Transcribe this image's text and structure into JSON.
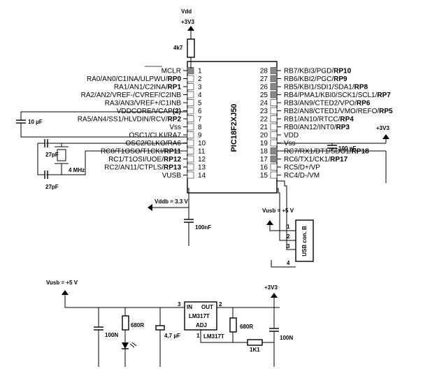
{
  "chip": {
    "name": "PIC18F2XJ50",
    "left_pins": [
      {
        "num": "1",
        "pre": "MCLR",
        "bold": ""
      },
      {
        "num": "2",
        "pre": "RA0/AN0/C1INA/ULPWU/",
        "bold": "RP0"
      },
      {
        "num": "3",
        "pre": "RA1/AN1/C2INA/",
        "bold": "RP1"
      },
      {
        "num": "4",
        "pre": "RA2/AN2/VREF-/CVREF/C2INB",
        "bold": ""
      },
      {
        "num": "5",
        "pre": "RA3/AN3/VREF+/C1INB",
        "bold": ""
      },
      {
        "num": "6",
        "pre": "VDDCORE/VCAP",
        "bold": "(2)"
      },
      {
        "num": "7",
        "pre": "RA5/AN4/SS1/HLVDIN/RCV/",
        "bold": "RP2"
      },
      {
        "num": "8",
        "pre": "Vss",
        "bold": ""
      },
      {
        "num": "9",
        "pre": "OSC1/CLKI/RA7",
        "bold": ""
      },
      {
        "num": "10",
        "pre": "OSC2/CLKO/RA6",
        "bold": ""
      },
      {
        "num": "11",
        "pre": "RC0/T1OSO/T1CKI/",
        "bold": "RP11"
      },
      {
        "num": "12",
        "pre": "RC1/T1OSI/UOE/",
        "bold": "RP12"
      },
      {
        "num": "13",
        "pre": "RC2/AN11/CTPLS/",
        "bold": "RP13"
      },
      {
        "num": "14",
        "pre": "VUSB",
        "bold": ""
      }
    ],
    "right_pins": [
      {
        "num": "28",
        "pre": "RB7/KBI3/PGD/",
        "bold": "RP10"
      },
      {
        "num": "27",
        "pre": "RB6/KBI2/PGC/",
        "bold": "RP9"
      },
      {
        "num": "26",
        "pre": "RB5/KBI1/SDI1/SDA1/",
        "bold": "RP8"
      },
      {
        "num": "25",
        "pre": "RB4/PMA1/KBI0/SCK1/SCL1/",
        "bold": "RP7"
      },
      {
        "num": "24",
        "pre": "RB3/AN9/CTED2/VPO/",
        "bold": "RP6"
      },
      {
        "num": "23",
        "pre": "RB2/AN8/CTED1/VMO/REFO/",
        "bold": "RP5"
      },
      {
        "num": "22",
        "pre": "RB1/AN10/RTCC/",
        "bold": "RP4"
      },
      {
        "num": "21",
        "pre": "RB0/AN12/INT0/",
        "bold": "RP3"
      },
      {
        "num": "20",
        "pre": "VDD",
        "bold": ""
      },
      {
        "num": "19",
        "pre": "Vss",
        "bold": ""
      },
      {
        "num": "18",
        "pre": "RC7/RX1/DT1/SDO1/",
        "bold": "RP18"
      },
      {
        "num": "17",
        "pre": "RC6/TX1/CK1/",
        "bold": "RP17"
      },
      {
        "num": "16",
        "pre": "RC5/D+/VP",
        "bold": ""
      },
      {
        "num": "15",
        "pre": "RC4/D-/VM",
        "bold": ""
      }
    ]
  },
  "labels": {
    "vdd_top": "Vdd",
    "v33_top": "+3V3",
    "r_4k7": "4k7",
    "c_10uf": "10 µF",
    "c_27pf_a": "27pF",
    "c_27pf_b": "27pF",
    "xtal": "4 MHz",
    "v33_right": "+3V3",
    "c_100nf_right": "100 nF",
    "vddb": "Vddb = 3.3 V",
    "c_100nf_vusb": "100nF",
    "vusb_conn": "Vusb = +5 V",
    "usb_conn": "USB con. B",
    "usb_pins": [
      "1",
      "2",
      "3",
      "4"
    ],
    "vusb_reg": "Vusb = +5 V",
    "v33_reg": "+3V3",
    "c_100n_a": "100N",
    "r_680_a": "680R",
    "c_4u7": "4,7 µF",
    "reg_in": "IN",
    "reg_out": "OUT",
    "reg_name": "LM317T",
    "reg_adj": "ADJ",
    "reg_pin3": "3",
    "reg_pin2": "2",
    "reg_pin1": "1",
    "reg_part": "LM317T",
    "r_680_b": "680R",
    "r_1k1": "1K1",
    "c_100n_b": "100N"
  }
}
